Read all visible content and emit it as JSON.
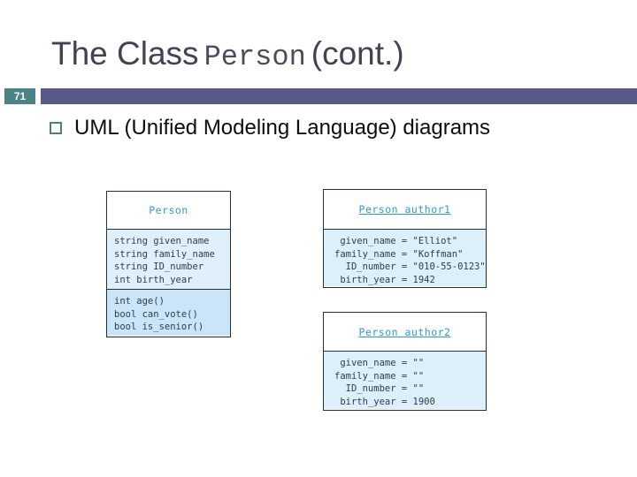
{
  "slide": {
    "title_prefix": "The Class",
    "title_code": "Person",
    "title_suffix": "(cont.)",
    "slide_number": "71",
    "bullet": "UML (Unified Modeling Language) diagrams"
  },
  "colors": {
    "badge_teal": "#4a8485",
    "accent_bar_purple": "#5a5a89",
    "title_text": "#3f4353",
    "uml_header_text": "#2e9bc7",
    "uml_attrs_bg": "#e0f0fa",
    "uml_methods_bg": "#c9e5f7",
    "uml_object_body_bg": "#ddeffa",
    "uml_border": "#22303a"
  },
  "uml": {
    "class_box": {
      "name": "Person",
      "attributes": [
        "string given_name",
        "string family_name",
        "string ID_number",
        "int birth_year"
      ],
      "methods": [
        "int age()",
        "bool can_vote()",
        "bool is_senior()"
      ]
    },
    "object1": {
      "name": "Person author1",
      "fields": [
        " given_name = \"Elliot\"",
        "family_name = \"Koffman\"",
        "  ID_number = \"010-55-0123\"",
        " birth_year = 1942"
      ]
    },
    "object2": {
      "name": "Person author2",
      "fields": [
        " given_name = \"\"",
        "family_name = \"\"",
        "  ID_number = \"\"",
        " birth_year = 1900"
      ]
    }
  }
}
